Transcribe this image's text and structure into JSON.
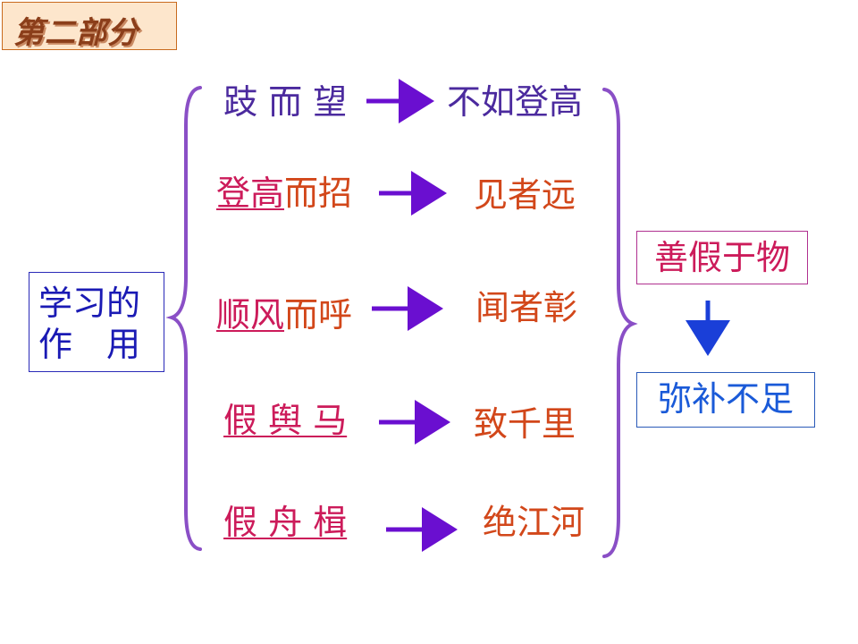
{
  "section_label": "第二部分",
  "left_box": {
    "line1": "学习的",
    "line2": "作　用"
  },
  "rows": [
    {
      "left": "跂 而 望",
      "right": "不如登高"
    },
    {
      "left_underlined": "登高",
      "left_rest": "而招",
      "right": "见者远"
    },
    {
      "left_underlined": "顺风",
      "left_rest": "而呼",
      "right": "闻者彰"
    },
    {
      "left_underlined": "假 舆 马",
      "right": "致千里"
    },
    {
      "left_underlined": "假 舟 楫",
      "right": "绝江河"
    }
  ],
  "result_top": "善假于物",
  "result_bottom": "弥补不足",
  "colors": {
    "brace": "#8a4fc6",
    "arrow_row": "#6a0fd0",
    "arrow_down": "#1a3fd8",
    "label_purple": "#4b2a9e",
    "label_red": "#d2471a",
    "label_pink": "#cc1b5a",
    "label_blue": "#1a1ab4"
  }
}
